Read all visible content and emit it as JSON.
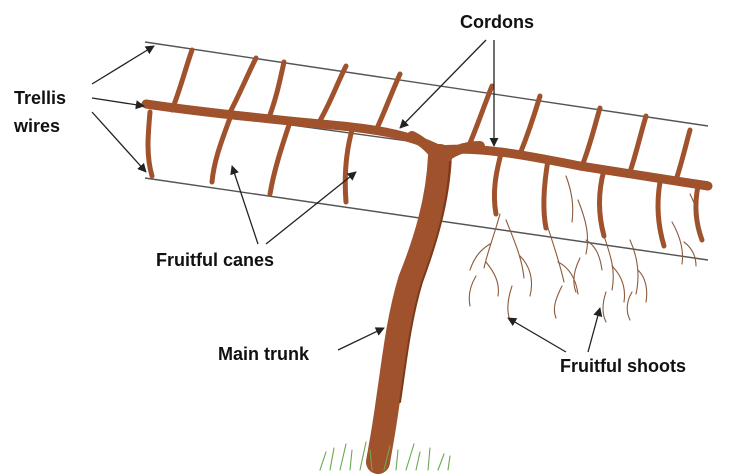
{
  "labels": {
    "trellis_line1": "Trellis",
    "trellis_line2": "wires",
    "cordons": "Cordons",
    "fruitful_canes": "Fruitful canes",
    "main_trunk": "Main trunk",
    "fruitful_shoots": "Fruitful shoots"
  },
  "colors": {
    "wood": "#a0522d",
    "wire": "#555555",
    "label_text": "#111111",
    "grass": "#6aa84f"
  }
}
